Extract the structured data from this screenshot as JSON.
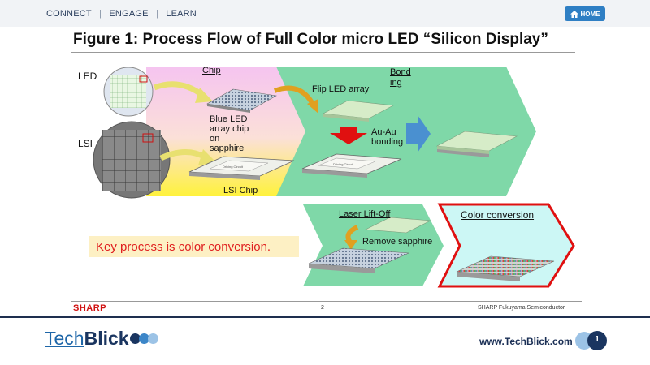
{
  "nav": {
    "links": [
      "CONNECT",
      "ENGAGE",
      "LEARN"
    ],
    "separator": "|",
    "home_label": "HOME"
  },
  "slide": {
    "title": "Figure 1: Process Flow of Full Color micro LED “Silicon Display”",
    "labels": {
      "led": "LED",
      "lsi": "LSI",
      "chip": "Chip",
      "bonding_1": "Bond",
      "bonding_2": "ing",
      "flip": "Flip LED array",
      "blue_1": "Blue LED",
      "blue_2": "array chip",
      "blue_3": "on",
      "blue_4": "sapphire",
      "auau_1": "Au-Au",
      "auau_2": "bonding",
      "lsi_chip": "LSI Chip",
      "laser": "Laser Lift-Off",
      "remove": "Remove sapphire",
      "color": "Color conversion",
      "driving": "Driving Circuit"
    },
    "key_process": "Key process is color conversion.",
    "footer": {
      "brand": "SHARP",
      "page": "2",
      "company": "SHARP Fukuyama Semiconductor"
    }
  },
  "bottom": {
    "logo_tech": "Tech",
    "logo_blick": "Blick",
    "url": "www.TechBlick.com",
    "page": "1"
  },
  "colors": {
    "nav_bg": "#f1f3f6",
    "home": "#2f7fc4",
    "green_panel": "#7fd8a8",
    "pink": "#f7c8f0",
    "yellow": "#fff34a",
    "cyan": "#ccf7f5",
    "red_border": "#e01010",
    "navy": "#1e2f4f"
  }
}
